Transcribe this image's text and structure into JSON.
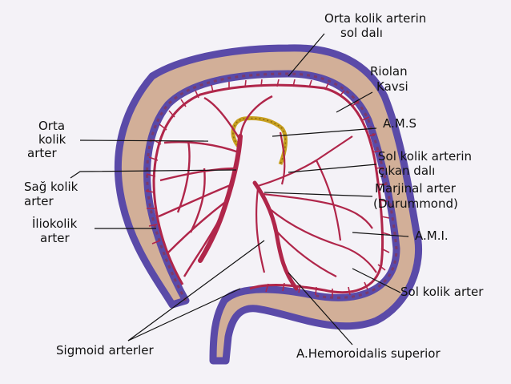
{
  "labels": {
    "orta_kolik_sol_line1": "Orta kolik arterin",
    "orta_kolik_sol_line2": "sol dalı",
    "riolan_line1": "Riolan",
    "riolan_line2": "Kavsi",
    "ams": "A.M.S",
    "orta_kolik_line1": "Orta",
    "orta_kolik_line2": "kolik",
    "orta_kolik_line3": "arter",
    "sol_kolik_cikan_line1": "Sol kolik arterin",
    "sol_kolik_cikan_line2": "çıkan dalı",
    "sag_kolik_line1": "Sağ kolik",
    "sag_kolik_line2": "arter",
    "marjinal_line1": "Marjinal arter",
    "marjinal_line2": "(Durummond)",
    "iliokolik_line1": "İliokolik",
    "iliokolik_line2": "arter",
    "ami": "A.M.I.",
    "sol_kolik": "Sol kolik arter",
    "sigmoid": "Sigmoid arterler",
    "hemoroidalis": "A.Hemoroidalis superior"
  },
  "colors": {
    "background": "#f4f2f7",
    "colon_outline": "#5a4aa8",
    "colon_fill": "#b7794a",
    "artery": "#b0264a",
    "artery_light": "#d96a8a",
    "riolan_arc": "#c8a020",
    "ink": "#111111"
  }
}
